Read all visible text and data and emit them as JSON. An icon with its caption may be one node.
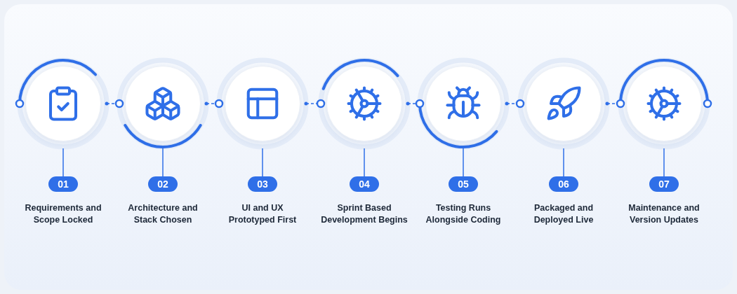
{
  "diagram": {
    "nodes": [
      {
        "text": [],
        "shape": "circle"
      },
      {
        "text": [],
        "shape": "circle"
      },
      {
        "text": [],
        "shape": "circle"
      },
      {
        "text": [],
        "shape": "circle"
      },
      {
        "text": [],
        "shape": "circle"
      },
      {
        "text": [],
        "shape": "circle"
      },
      {
        "text": [],
        "shape": "circle"
      },
      {
        "text": [
          "01"
        ],
        "beside": [
          "Requirements and Scope Locked"
        ]
      },
      {
        "text": [
          "02"
        ],
        "beside": [
          "Architecture and Stack Chosen"
        ]
      },
      {
        "text": [
          "03"
        ],
        "beside": [
          "UI and UX Prototyped First"
        ]
      },
      {
        "text": [
          "04"
        ],
        "beside": [
          "Sprint Based Development Begins"
        ]
      },
      {
        "text": [
          "05"
        ],
        "beside": [
          "Testing Runs Alongside Coding"
        ]
      },
      {
        "text": [
          "06"
        ],
        "beside": [
          "Packaged and Deployed Live"
        ]
      },
      {
        "text": [
          "07"
        ],
        "beside": [
          "Maintenance and Version Updates"
        ]
      }
    ],
    "edges": [
      {
        "from": 0,
        "to": 1,
        "arrow": "other",
        "style": "dashed"
      },
      {
        "from": 1,
        "to": 2,
        "arrow": "other",
        "style": "dashed"
      },
      {
        "from": 2,
        "to": 3,
        "arrow": "other",
        "style": "dashed"
      },
      {
        "from": 3,
        "to": 4,
        "arrow": "other",
        "style": "dashed"
      },
      {
        "from": 4,
        "to": 5,
        "arrow": "other",
        "style": "dashed"
      },
      {
        "from": 5,
        "to": 6,
        "arrow": "other",
        "style": "dashed"
      },
      {
        "from": 0,
        "to": 7,
        "arrow": "none"
      },
      {
        "from": 1,
        "to": 8,
        "arrow": "none"
      },
      {
        "from": 2,
        "to": 9,
        "arrow": "none"
      },
      {
        "from": 3,
        "to": 10,
        "arrow": "none"
      },
      {
        "from": 4,
        "to": 11,
        "arrow": "none"
      },
      {
        "from": 5,
        "to": 12,
        "arrow": "none"
      },
      {
        "from": 6,
        "to": 13,
        "arrow": "none"
      }
    ]
  }
}
